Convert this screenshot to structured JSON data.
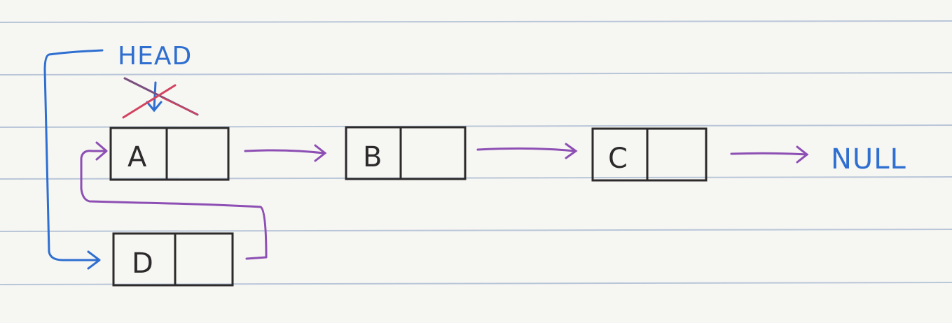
{
  "diagram": {
    "head_label": "HEAD",
    "null_label": "NULL",
    "nodes": [
      {
        "id": "a",
        "label": "A"
      },
      {
        "id": "b",
        "label": "B"
      },
      {
        "id": "c",
        "label": "C"
      },
      {
        "id": "d",
        "label": "D"
      }
    ]
  },
  "colors": {
    "paper": "#f6f6f3",
    "rule_line": "#b9c6d8",
    "ink_black": "#2c2a2a",
    "ink_blue": "#2f6fd0",
    "ink_purple": "#8d4fb3",
    "ink_red": "#d2435f"
  }
}
